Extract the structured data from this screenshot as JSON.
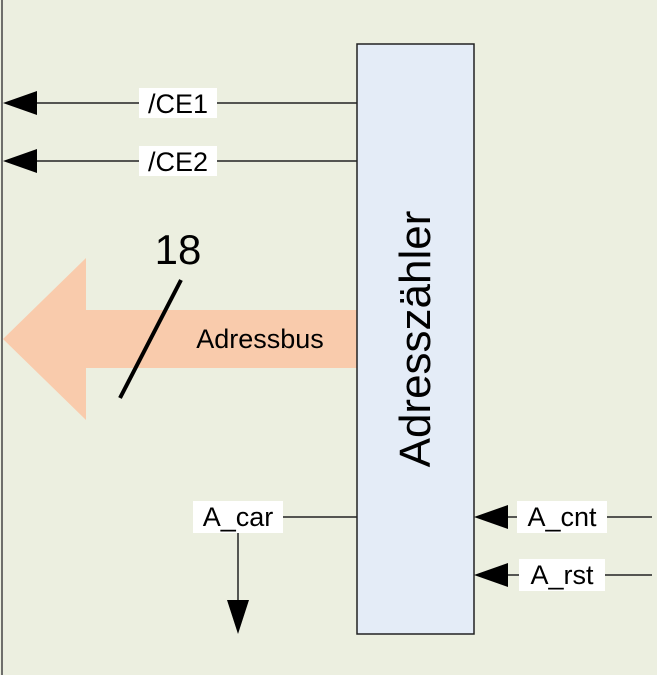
{
  "colors": {
    "background": "#ecefe0",
    "block_fill": "#e4ecf7",
    "block_stroke": "#222222",
    "bus_fill": "#f9cbac",
    "line": "#222222",
    "label_bg": "#ffffff"
  },
  "block": {
    "name": "Adresszähler"
  },
  "outputs": [
    {
      "label": "/CE1",
      "direction": "left"
    },
    {
      "label": "/CE2",
      "direction": "left"
    }
  ],
  "bus": {
    "label": "Adressbus",
    "width": "18"
  },
  "carry": {
    "label": "A_car",
    "direction": "down"
  },
  "inputs": [
    {
      "label": "A_cnt",
      "direction": "left"
    },
    {
      "label": "A_rst",
      "direction": "left"
    }
  ]
}
